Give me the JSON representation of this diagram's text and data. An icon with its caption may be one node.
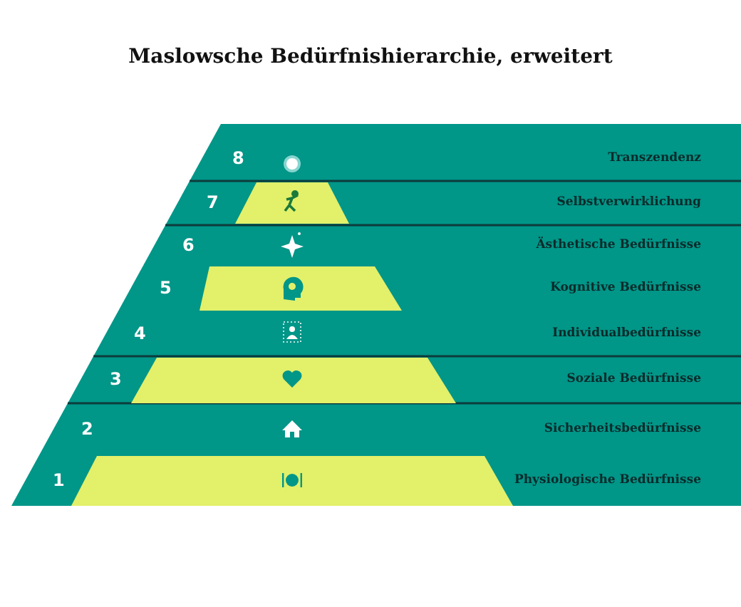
{
  "diagram": {
    "title": "Maslowsche Bedürfnishierarchie, erweitert",
    "nodes": [
      {
        "text": [
          "8",
          "Transzendenz"
        ]
      },
      {
        "text": [
          "7",
          "Selbstverwirklichung"
        ]
      },
      {
        "text": [
          "6",
          "Ästhetische Bedürfnisse"
        ]
      },
      {
        "text": [
          "5",
          "Kognitive Bedürfnisse"
        ]
      },
      {
        "text": [
          "4",
          "Individualbedürfnisse"
        ]
      },
      {
        "text": [
          "3",
          "Soziale Bedürfnisse"
        ]
      },
      {
        "text": [
          "2",
          "Sicherheitsbedürfnisse"
        ]
      },
      {
        "text": [
          "1",
          "Physiologische Bedürfnisse"
        ]
      }
    ]
  }
}
